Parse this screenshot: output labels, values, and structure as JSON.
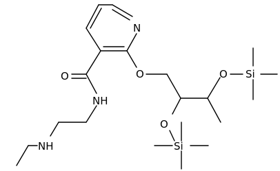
{
  "molecule": {
    "atoms": {
      "ring_n": "N",
      "ether_o": "O",
      "amide_o": "O",
      "amide_nh": "NH",
      "amine_nh": "NH",
      "silyl_o_upper": "O",
      "silyl_o_lower": "O",
      "si_upper": "Si",
      "si_lower": "Si"
    },
    "colors": {
      "bond": "#000000",
      "background": "#ffffff"
    }
  }
}
